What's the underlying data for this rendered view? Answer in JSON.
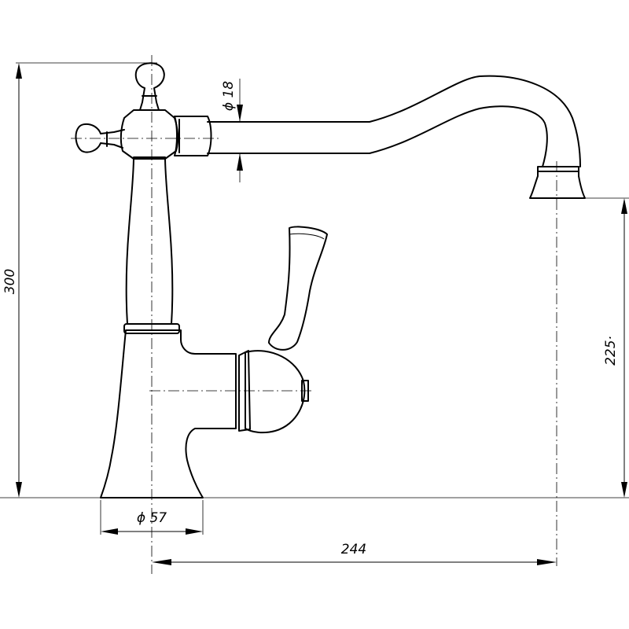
{
  "dimensions": {
    "height_total": "300",
    "spout_height": "225·",
    "base_diameter": "ϕ 57",
    "pipe_diameter": "ϕ 18",
    "reach": "244"
  }
}
